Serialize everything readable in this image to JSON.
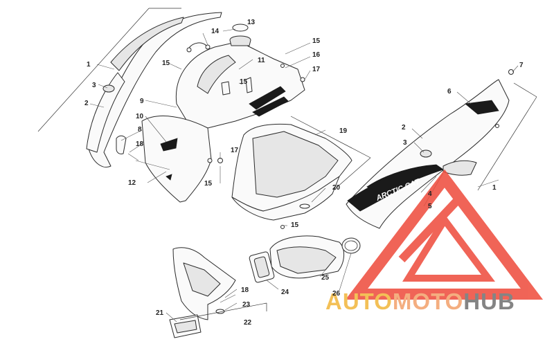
{
  "callouts": {
    "c1a": "1",
    "c1b": "1",
    "c2a": "2",
    "c2b": "2",
    "c3a": "3",
    "c3b": "3",
    "c4": "4",
    "c5": "5",
    "c6": "6",
    "c7": "7",
    "c8": "8",
    "c9": "9",
    "c10": "10",
    "c11": "11",
    "c12": "12",
    "c13": "13",
    "c14": "14",
    "c15a": "15",
    "c15b": "15",
    "c15c": "15",
    "c15d": "15",
    "c15e": "15",
    "c16": "16",
    "c17a": "17",
    "c17b": "17",
    "c18a": "18",
    "c18b": "18",
    "c19": "19",
    "c20": "20",
    "c21": "21",
    "c22": "22",
    "c23": "23",
    "c24": "24",
    "c25": "25",
    "c26": "26"
  },
  "decal": {
    "brand": "ARCTIC CAT"
  },
  "watermark": {
    "part1": "AUTO",
    "part2": "MOTO",
    "part3": "HUB",
    "colors": {
      "auto": "#f2b63a",
      "moto": "#f3a06a",
      "hub": "#6f6f6f",
      "triangle": "#ee4a3a"
    }
  }
}
